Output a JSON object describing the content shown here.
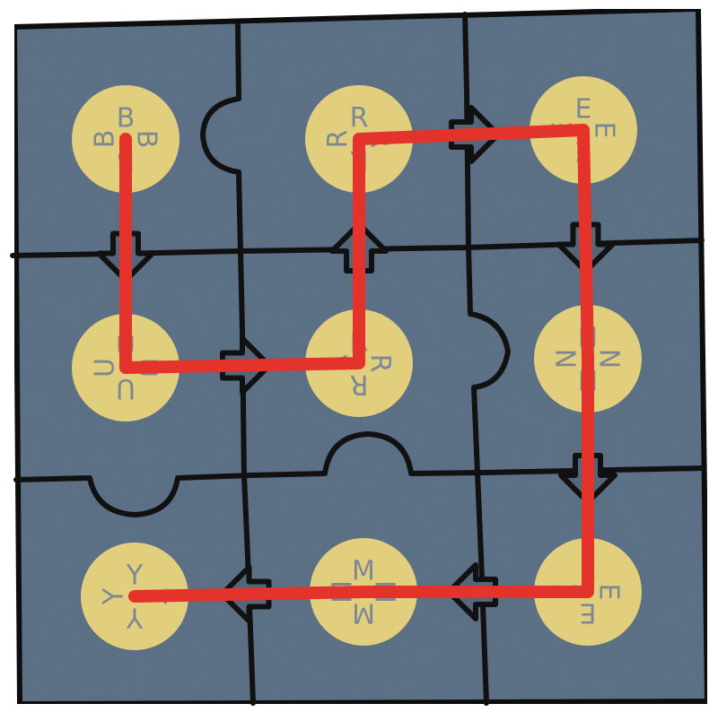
{
  "colors": {
    "tile": "#5d7187",
    "tile_shade": "#546679",
    "border": "#111111",
    "disc": "#e2cf7e",
    "letter": "#7e8894",
    "path": "#e4332a"
  },
  "grid": {
    "rows": 3,
    "cols": 3,
    "tiles": [
      {
        "letter": "B",
        "name": "tile-b"
      },
      {
        "letter": "R",
        "name": "tile-r-top"
      },
      {
        "letter": "E",
        "name": "tile-e-top"
      },
      {
        "letter": "U",
        "name": "tile-u"
      },
      {
        "letter": "R",
        "name": "tile-r-middle"
      },
      {
        "letter": "N",
        "name": "tile-n"
      },
      {
        "letter": "Y",
        "name": "tile-y"
      },
      {
        "letter": "M",
        "name": "tile-m"
      },
      {
        "letter": "E",
        "name": "tile-e-bottom"
      }
    ],
    "arrows": [
      {
        "from": 0,
        "to": 3,
        "icon": "arrow-down-icon"
      },
      {
        "from": 3,
        "to": 4,
        "icon": "arrow-right-icon"
      },
      {
        "from": 4,
        "to": 1,
        "icon": "arrow-up-icon"
      },
      {
        "from": 1,
        "to": 2,
        "icon": "arrow-right-icon"
      },
      {
        "from": 2,
        "to": 5,
        "icon": "arrow-down-icon"
      },
      {
        "from": 5,
        "to": 8,
        "icon": "arrow-down-icon"
      },
      {
        "from": 8,
        "to": 7,
        "icon": "arrow-left-icon"
      },
      {
        "from": 7,
        "to": 6,
        "icon": "arrow-left-icon"
      }
    ],
    "solution_path": [
      0,
      3,
      4,
      1,
      2,
      5,
      8,
      7,
      6
    ]
  }
}
